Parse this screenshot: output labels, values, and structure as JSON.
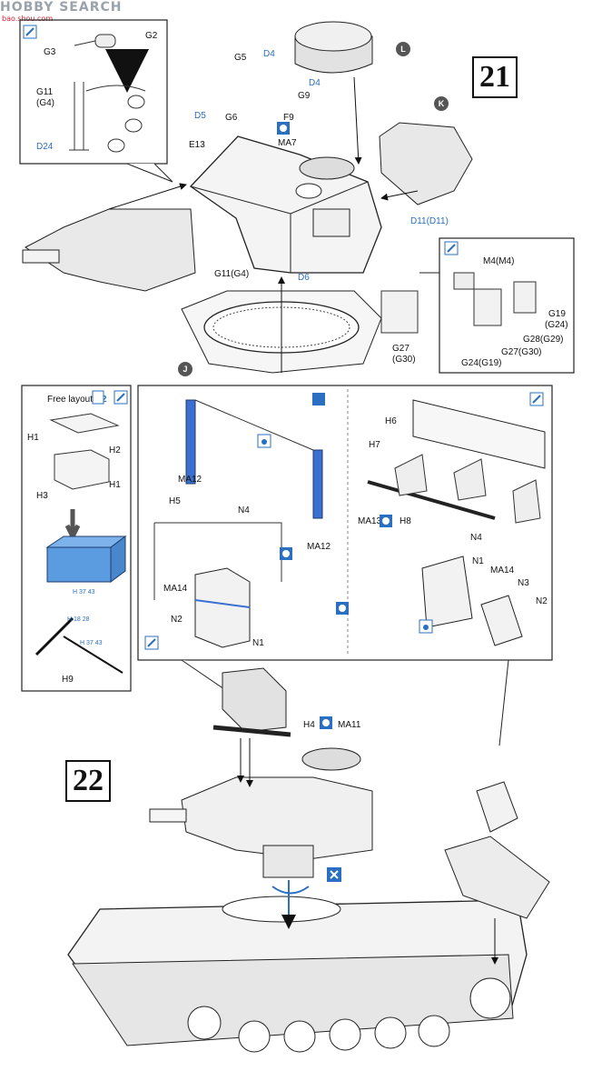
{
  "watermark": {
    "brand": "HOBBY SEARCH",
    "url": "bao.shou.com"
  },
  "steps": {
    "step21": "21",
    "step22": "22"
  },
  "part_callouts": {
    "L": "L",
    "K": "K",
    "J": "J"
  },
  "step21_labels": {
    "inset": {
      "g2": "G2",
      "g3": "G3",
      "g11": "G11",
      "g4": "(G4)",
      "d24": "D24"
    },
    "main": {
      "g5": "G5",
      "d4_a": "D4",
      "d4_b": "D4",
      "d5": "D5",
      "g6": "G6",
      "g9": "G9",
      "f9": "F9",
      "ma7": "MA7",
      "e13": "E13",
      "d11": "D11(D11)",
      "g11": "G11(G4)",
      "d6": "D6",
      "g27": "G27",
      "g30": "(G30)"
    },
    "detail": {
      "m4": "M4(M4)",
      "g19": "G19",
      "g24_p": "(G24)",
      "g28": "G28(G29)",
      "g27": "G27(G30)",
      "g24": "G24(G19)"
    }
  },
  "step22_labels": {
    "box": {
      "free_layout": "Free layout",
      "x2": "2",
      "h1a": "H1",
      "h2": "H2",
      "h3": "H3",
      "h1b": "H1",
      "h9": "H9",
      "cap1": "H 37 43",
      "cap2": "H 18 28",
      "cap3": "H 37 43"
    },
    "can_panel": {
      "ma12a": "MA12",
      "ma12b": "MA12",
      "h5": "H5",
      "n4": "N4",
      "ma14": "MA14",
      "n2": "N2",
      "n1": "N1"
    },
    "rack_panel": {
      "h6": "H6",
      "h7": "H7",
      "ma13": "MA13",
      "h8": "H8",
      "n4": "N4",
      "n1": "N1",
      "ma14": "MA14",
      "n3": "N3",
      "n2": "N2"
    },
    "bottom": {
      "h4": "H4",
      "ma11": "MA11"
    }
  },
  "colors": {
    "accent": "#2b6fc2",
    "part_blue": "#3b6fd0",
    "box_blue": "#5b9be0",
    "ink": "#111111"
  },
  "icons": [
    "glue-icon",
    "cement-icon",
    "do-not-glue-icon",
    "paint-icon",
    "rotate-icon",
    "arrow-icon"
  ]
}
